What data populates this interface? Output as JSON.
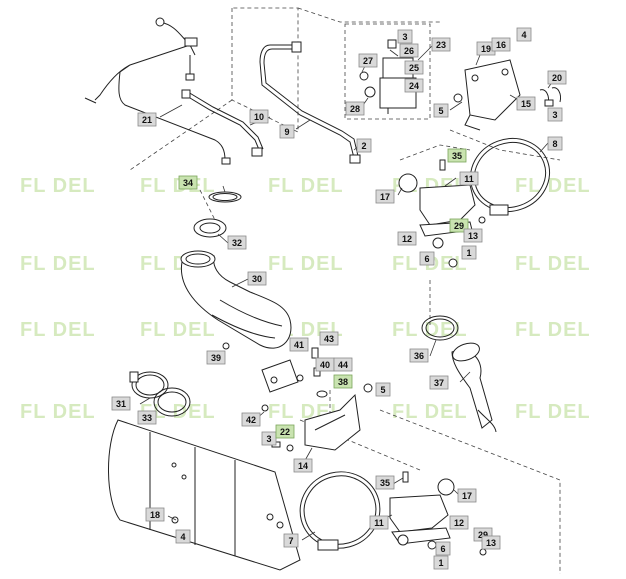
{
  "watermark": {
    "text": "FL DEL"
  },
  "callouts": [
    {
      "id": "21",
      "label": "21",
      "hl": false
    },
    {
      "id": "10",
      "label": "10",
      "hl": false
    },
    {
      "id": "9",
      "label": "9",
      "hl": false
    },
    {
      "id": "2",
      "label": "2",
      "hl": false
    },
    {
      "id": "3a",
      "label": "3",
      "hl": false
    },
    {
      "id": "26",
      "label": "26",
      "hl": false
    },
    {
      "id": "27",
      "label": "27",
      "hl": false
    },
    {
      "id": "25",
      "label": "25",
      "hl": false
    },
    {
      "id": "24",
      "label": "24",
      "hl": false
    },
    {
      "id": "28",
      "label": "28",
      "hl": false
    },
    {
      "id": "23",
      "label": "23",
      "hl": false
    },
    {
      "id": "19",
      "label": "19",
      "hl": false
    },
    {
      "id": "16",
      "label": "16",
      "hl": false
    },
    {
      "id": "4a",
      "label": "4",
      "hl": false
    },
    {
      "id": "20",
      "label": "20",
      "hl": false
    },
    {
      "id": "15",
      "label": "15",
      "hl": false
    },
    {
      "id": "5a",
      "label": "5",
      "hl": false
    },
    {
      "id": "3b",
      "label": "3",
      "hl": false
    },
    {
      "id": "8",
      "label": "8",
      "hl": false
    },
    {
      "id": "35a",
      "label": "35",
      "hl": true
    },
    {
      "id": "11a",
      "label": "11",
      "hl": false
    },
    {
      "id": "17a",
      "label": "17",
      "hl": false
    },
    {
      "id": "29a",
      "label": "29",
      "hl": true
    },
    {
      "id": "13a",
      "label": "13",
      "hl": false
    },
    {
      "id": "12a",
      "label": "12",
      "hl": false
    },
    {
      "id": "6a",
      "label": "6",
      "hl": false
    },
    {
      "id": "1a",
      "label": "1",
      "hl": false
    },
    {
      "id": "34",
      "label": "34",
      "hl": true
    },
    {
      "id": "32",
      "label": "32",
      "hl": false
    },
    {
      "id": "30",
      "label": "30",
      "hl": false
    },
    {
      "id": "43",
      "label": "43",
      "hl": false
    },
    {
      "id": "41",
      "label": "41",
      "hl": false
    },
    {
      "id": "40",
      "label": "40",
      "hl": false
    },
    {
      "id": "44",
      "label": "44",
      "hl": false
    },
    {
      "id": "38",
      "label": "38",
      "hl": true
    },
    {
      "id": "39",
      "label": "39",
      "hl": false
    },
    {
      "id": "36",
      "label": "36",
      "hl": false
    },
    {
      "id": "37",
      "label": "37",
      "hl": false
    },
    {
      "id": "5b",
      "label": "5",
      "hl": false
    },
    {
      "id": "31",
      "label": "31",
      "hl": false
    },
    {
      "id": "33",
      "label": "33",
      "hl": false
    },
    {
      "id": "42",
      "label": "42",
      "hl": false
    },
    {
      "id": "3c",
      "label": "3",
      "hl": false
    },
    {
      "id": "22",
      "label": "22",
      "hl": true
    },
    {
      "id": "14",
      "label": "14",
      "hl": false
    },
    {
      "id": "35b",
      "label": "35",
      "hl": false
    },
    {
      "id": "17b",
      "label": "17",
      "hl": false
    },
    {
      "id": "18",
      "label": "18",
      "hl": false
    },
    {
      "id": "4b",
      "label": "4",
      "hl": false
    },
    {
      "id": "7",
      "label": "7",
      "hl": false
    },
    {
      "id": "11b",
      "label": "11",
      "hl": false
    },
    {
      "id": "12b",
      "label": "12",
      "hl": false
    },
    {
      "id": "29b",
      "label": "29",
      "hl": false
    },
    {
      "id": "13b",
      "label": "13",
      "hl": false
    },
    {
      "id": "6b",
      "label": "6",
      "hl": false
    },
    {
      "id": "1b",
      "label": "1",
      "hl": false
    }
  ]
}
